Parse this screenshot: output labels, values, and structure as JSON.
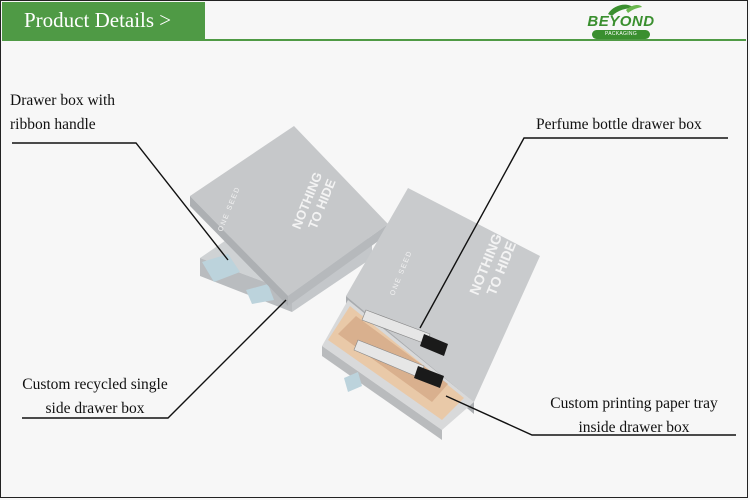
{
  "header": {
    "title": "Product Details >"
  },
  "logo": {
    "brand": "BEYOND",
    "sub": "PACKAGING"
  },
  "colors": {
    "accent_green": "#4f9a45"
  },
  "product": {
    "box_text_line1": "NOTHING",
    "box_text_line2": "TO HIDE",
    "box_brand": "ONE SEED"
  },
  "labels": {
    "ribbon_line1": "Drawer box with",
    "ribbon_line2": "ribbon handle",
    "perfume": "Perfume bottle drawer box",
    "recycled_line1": "Custom recycled single",
    "recycled_line2": "side drawer box",
    "tray_line1": "Custom printing paper tray",
    "tray_line2": "inside drawer box"
  }
}
